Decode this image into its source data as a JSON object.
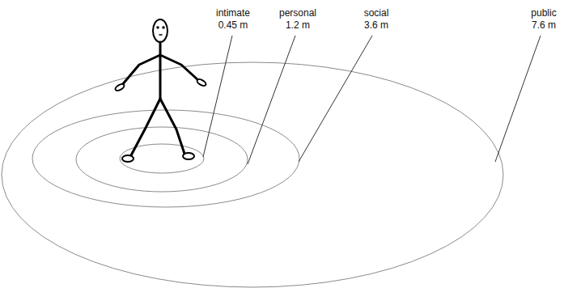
{
  "diagram": {
    "labels": [
      "intimate",
      "0.45 m",
      "personal",
      "1.2 m",
      "social",
      "3.6 m",
      "public",
      "7.6 m"
    ]
  }
}
